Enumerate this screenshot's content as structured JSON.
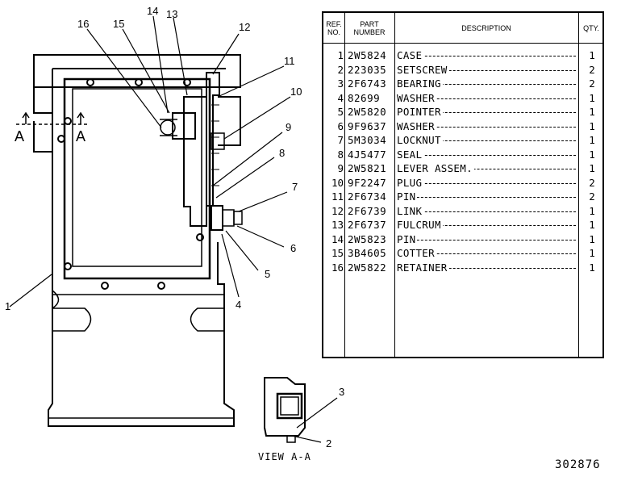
{
  "table": {
    "headers": {
      "ref": [
        "REF.",
        "NO."
      ],
      "part": [
        "PART",
        "NUMBER"
      ],
      "description": "DESCRIPTION",
      "qty": "QTY."
    },
    "rows": [
      {
        "ref": "1",
        "part": "2W5824",
        "description": "CASE",
        "qty": "1"
      },
      {
        "ref": "2",
        "part": "223035",
        "description": "SETSCREW",
        "qty": "2"
      },
      {
        "ref": "3",
        "part": "2F6743",
        "description": "BEARING",
        "qty": "2"
      },
      {
        "ref": "4",
        "part": "82699",
        "description": "WASHER",
        "qty": "1"
      },
      {
        "ref": "5",
        "part": "2W5820",
        "description": "POINTER",
        "qty": "1"
      },
      {
        "ref": "6",
        "part": "9F9637",
        "description": "WASHER",
        "qty": "1"
      },
      {
        "ref": "7",
        "part": "5M3034",
        "description": "LOCKNUT",
        "qty": "1"
      },
      {
        "ref": "8",
        "part": "4J5477",
        "description": "SEAL",
        "qty": "1"
      },
      {
        "ref": "9",
        "part": "2W5821",
        "description": "LEVER ASSEM.",
        "qty": "1"
      },
      {
        "ref": "10",
        "part": "9F2247",
        "description": "PLUG",
        "qty": "2"
      },
      {
        "ref": "11",
        "part": "2F6734",
        "description": "PIN",
        "qty": "2"
      },
      {
        "ref": "12",
        "part": "2F6739",
        "description": "LINK",
        "qty": "1"
      },
      {
        "ref": "13",
        "part": "2F6737",
        "description": "FULCRUM",
        "qty": "1"
      },
      {
        "ref": "14",
        "part": "2W5823",
        "description": "PIN",
        "qty": "1"
      },
      {
        "ref": "15",
        "part": "3B4605",
        "description": "COTTER",
        "qty": "1"
      },
      {
        "ref": "16",
        "part": "2W5822",
        "description": "RETAINER",
        "qty": "1"
      }
    ]
  },
  "callouts": [
    "1",
    "2",
    "3",
    "4",
    "5",
    "6",
    "7",
    "8",
    "9",
    "10",
    "11",
    "12",
    "13",
    "14",
    "15",
    "16"
  ],
  "section_marker": "A",
  "view_label": "VIEW A-A",
  "drawing_number": "302876"
}
